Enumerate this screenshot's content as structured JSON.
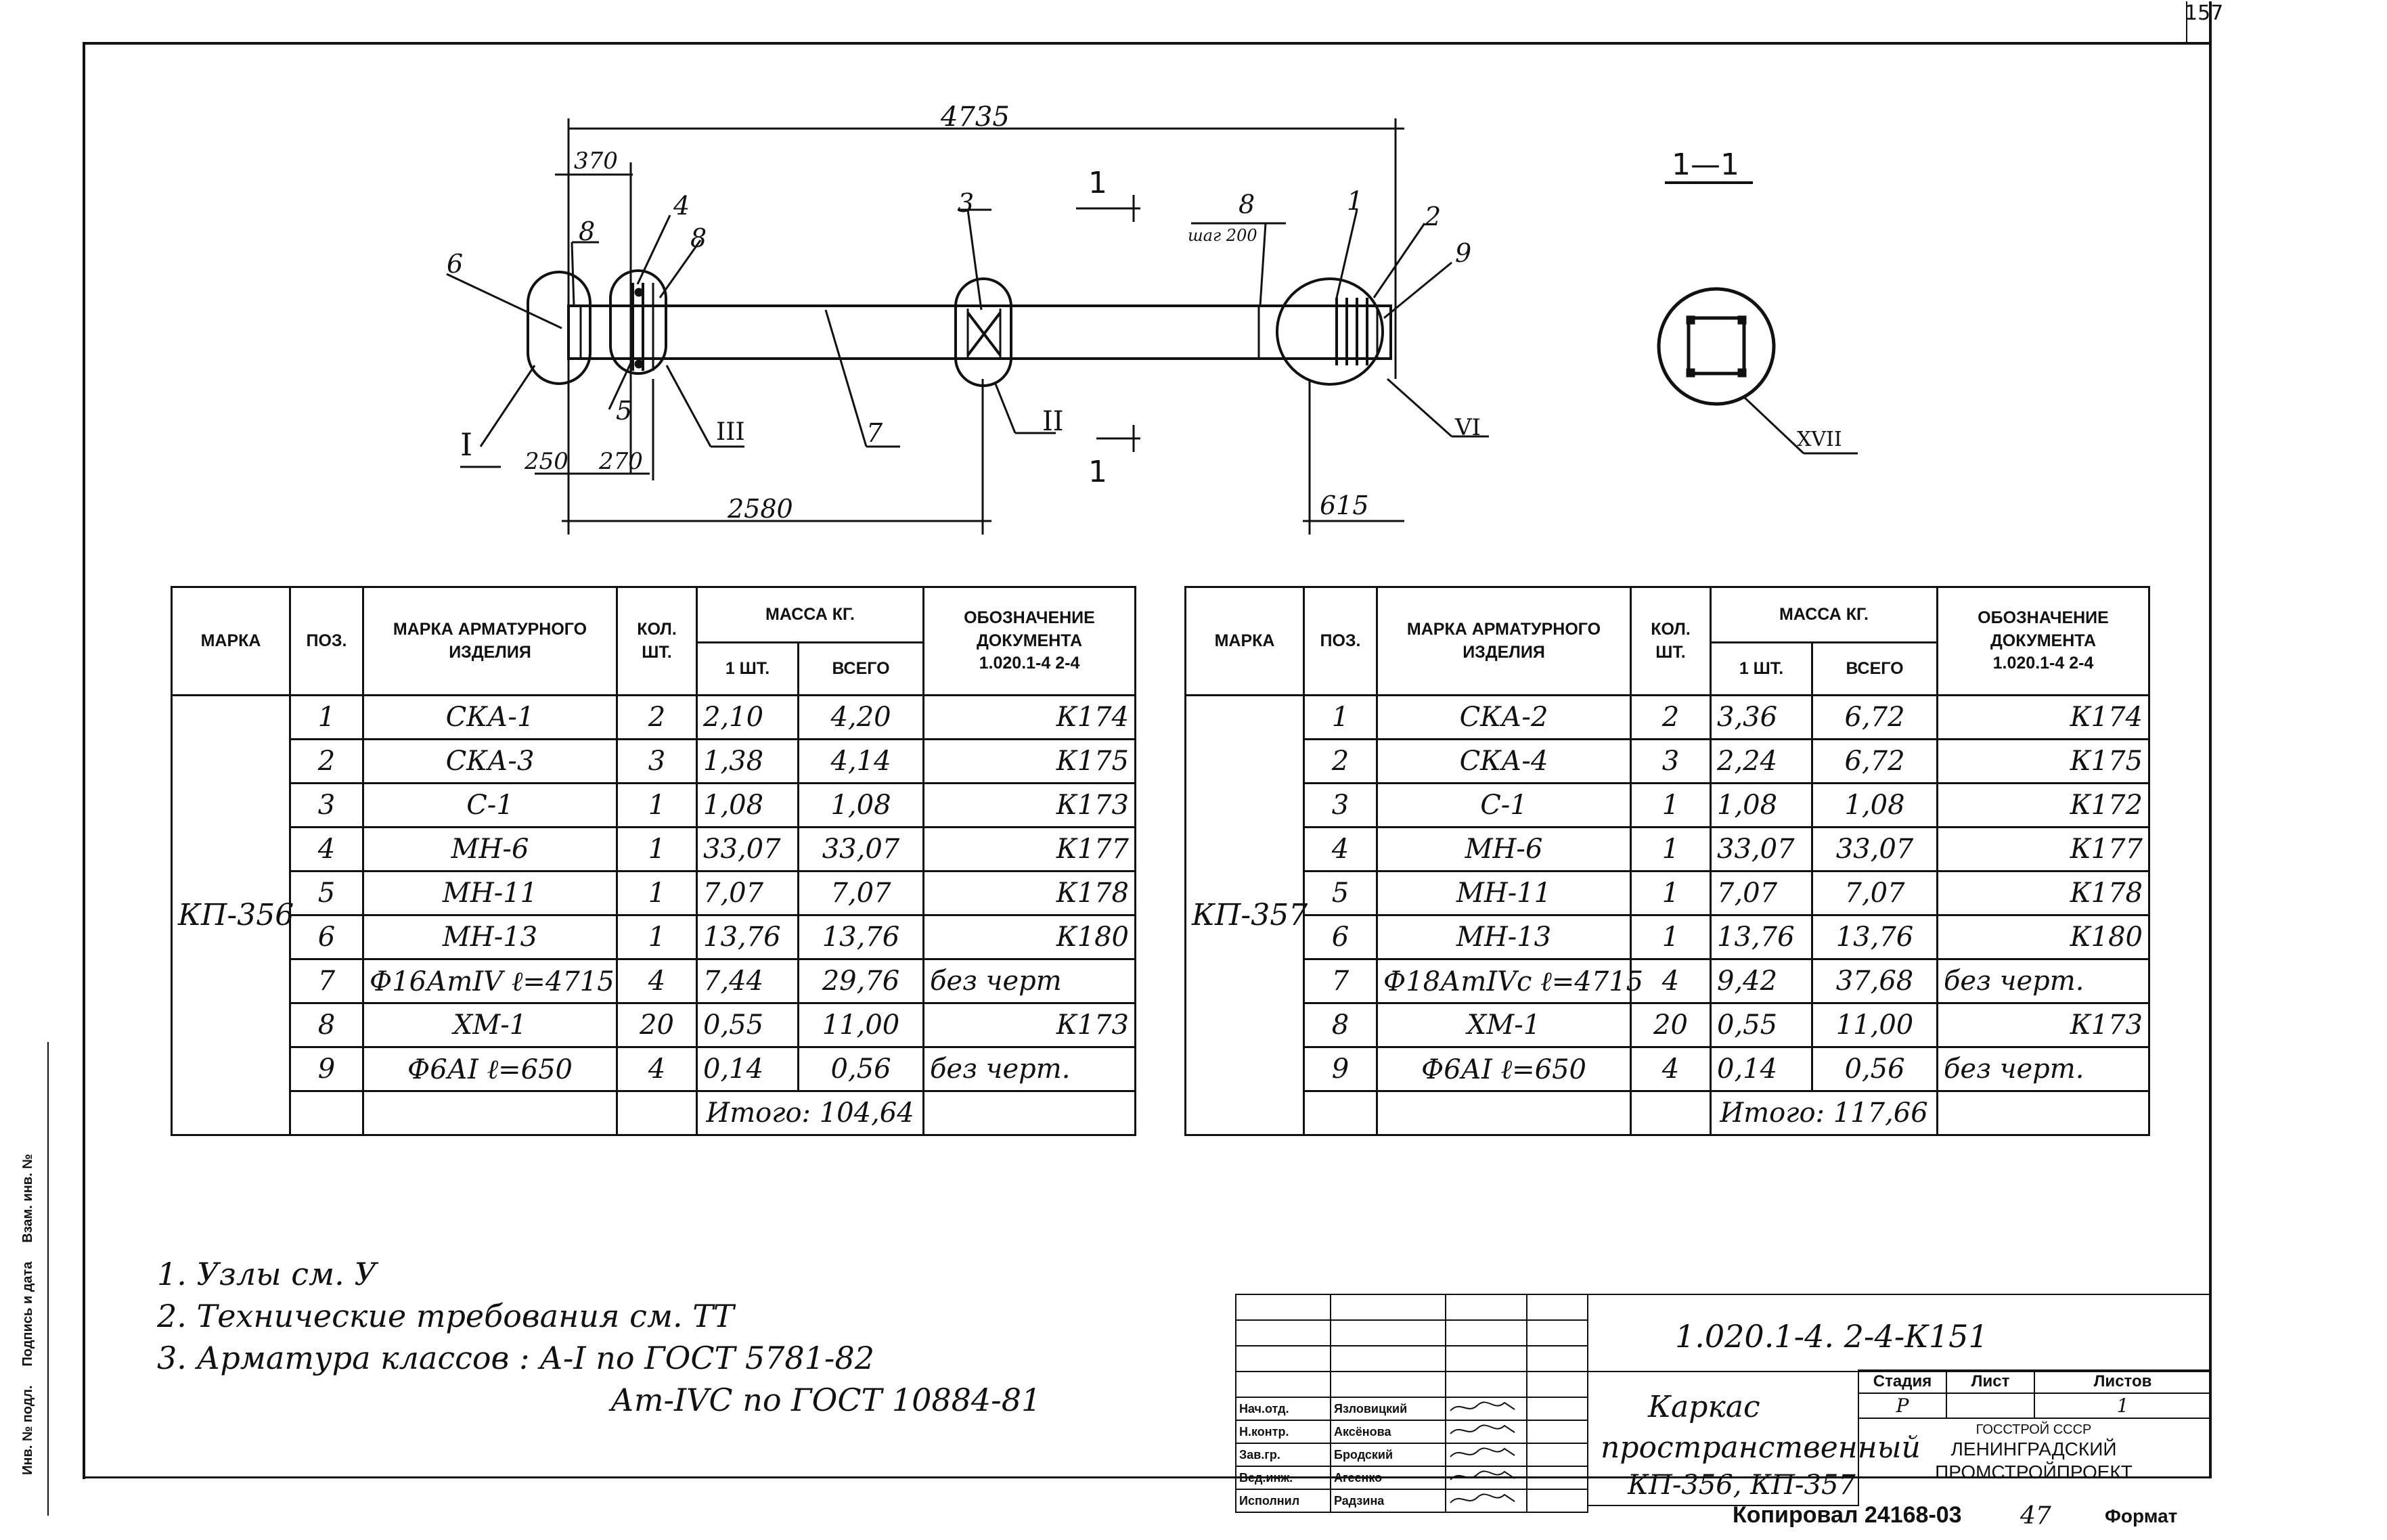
{
  "sheet_number": "157",
  "drawing": {
    "dims": {
      "total": "4735",
      "d370": "370",
      "d250": "250",
      "d270": "270",
      "d2580": "2580",
      "d615": "615"
    },
    "callouts": [
      "6",
      "8",
      "4",
      "8",
      "5",
      "3",
      "7",
      "8",
      "1",
      "2",
      "9"
    ],
    "step_label": "шаг 200",
    "node_labels": [
      "I",
      "III",
      "II",
      "VI",
      "XVII"
    ],
    "section_mark": "1",
    "section_title": "1—1"
  },
  "table_headers": {
    "marka": "МАРКА",
    "poz": "ПОЗ.",
    "marka_izd": "МАРКА АРМАТУРНОГО ИЗДЕЛИЯ",
    "kol": "КОЛ. ШТ.",
    "massa": "МАССА КГ.",
    "odin": "1 ШТ.",
    "vsego": "ВСЕГО",
    "oboz": "ОБОЗНАЧЕНИЕ ДОКУМЕНТА",
    "oboz_sub": "1.020.1-4 2-4"
  },
  "table1": {
    "marka": "КП-356",
    "rows": [
      {
        "poz": "1",
        "izd": "СКА-1",
        "kol": "2",
        "m1": "2,10",
        "mv": "4,20",
        "doc": "К174"
      },
      {
        "poz": "2",
        "izd": "СКА-3",
        "kol": "3",
        "m1": "1,38",
        "mv": "4,14",
        "doc": "К175"
      },
      {
        "poz": "3",
        "izd": "С-1",
        "kol": "1",
        "m1": "1,08",
        "mv": "1,08",
        "doc": "К173"
      },
      {
        "poz": "4",
        "izd": "МН-6",
        "kol": "1",
        "m1": "33,07",
        "mv": "33,07",
        "doc": "К177"
      },
      {
        "poz": "5",
        "izd": "МН-11",
        "kol": "1",
        "m1": "7,07",
        "mv": "7,07",
        "doc": "К178"
      },
      {
        "poz": "6",
        "izd": "МН-13",
        "kol": "1",
        "m1": "13,76",
        "mv": "13,76",
        "doc": "К180"
      },
      {
        "poz": "7",
        "izd": "Ф16АтIV ℓ=4715",
        "kol": "4",
        "m1": "7,44",
        "mv": "29,76",
        "doc": "без черт"
      },
      {
        "poz": "8",
        "izd": "ХМ-1",
        "kol": "20",
        "m1": "0,55",
        "mv": "11,00",
        "doc": "К173"
      },
      {
        "poz": "9",
        "izd": "Ф6АI ℓ=650",
        "kol": "4",
        "m1": "0,14",
        "mv": "0,56",
        "doc": "без черт."
      }
    ],
    "total": "Итого: 104,64"
  },
  "table2": {
    "marka": "КП-357",
    "rows": [
      {
        "poz": "1",
        "izd": "СКА-2",
        "kol": "2",
        "m1": "3,36",
        "mv": "6,72",
        "doc": "К174"
      },
      {
        "poz": "2",
        "izd": "СКА-4",
        "kol": "3",
        "m1": "2,24",
        "mv": "6,72",
        "doc": "К175"
      },
      {
        "poz": "3",
        "izd": "С-1",
        "kol": "1",
        "m1": "1,08",
        "mv": "1,08",
        "doc": "К172"
      },
      {
        "poz": "4",
        "izd": "МН-6",
        "kol": "1",
        "m1": "33,07",
        "mv": "33,07",
        "doc": "К177"
      },
      {
        "poz": "5",
        "izd": "МН-11",
        "kol": "1",
        "m1": "7,07",
        "mv": "7,07",
        "doc": "К178"
      },
      {
        "poz": "6",
        "izd": "МН-13",
        "kol": "1",
        "m1": "13,76",
        "mv": "13,76",
        "doc": "К180"
      },
      {
        "poz": "7",
        "izd": "Ф18АтIVс ℓ=4715",
        "kol": "4",
        "m1": "9,42",
        "mv": "37,68",
        "doc": "без черт."
      },
      {
        "poz": "8",
        "izd": "ХМ-1",
        "kol": "20",
        "m1": "0,55",
        "mv": "11,00",
        "doc": "К173"
      },
      {
        "poz": "9",
        "izd": "Ф6АI ℓ=650",
        "kol": "4",
        "m1": "0,14",
        "mv": "0,56",
        "doc": "без черт."
      }
    ],
    "total": "Итого: 117,66"
  },
  "notes": [
    "1. Узлы см. У",
    "2. Технические требования см. ТТ",
    "3. Арматура классов :   А-I   по ГОСТ 5781-82",
    "Ат-IVС по ГОСТ 10884-81"
  ],
  "stamp": {
    "code": "1.020.1-4. 2-4-К151",
    "roles": [
      {
        "role": "Нач.отд.",
        "name": "Язловицкий"
      },
      {
        "role": "Н.контр.",
        "name": "Аксёнова"
      },
      {
        "role": "Зав.гр.",
        "name": "Бродский"
      },
      {
        "role": "Вед.инж.",
        "name": "Агеенко"
      },
      {
        "role": "Исполнил",
        "name": "Радзина"
      }
    ],
    "title_line1": "Каркас",
    "title_line2": "пространственный",
    "title_line3": "КП-356, КП-357",
    "stadia_label": "Стадия",
    "list_label": "Лист",
    "listov_label": "Листов",
    "stadia": "Р",
    "list": "",
    "listov": "1",
    "org1": "ГОССТРОЙ СССР",
    "org2": "ЛЕНИНГРАДСКИЙ",
    "org3": "ПРОМСТРОЙПРОЕКТ"
  },
  "footer": {
    "copied": "Копировал 24168-03",
    "page": "47",
    "format": "Формат"
  },
  "margin": {
    "inv": "Инв. № подл.",
    "sign": "Подпись и дата",
    "vzam": "Взам. инв. №"
  }
}
